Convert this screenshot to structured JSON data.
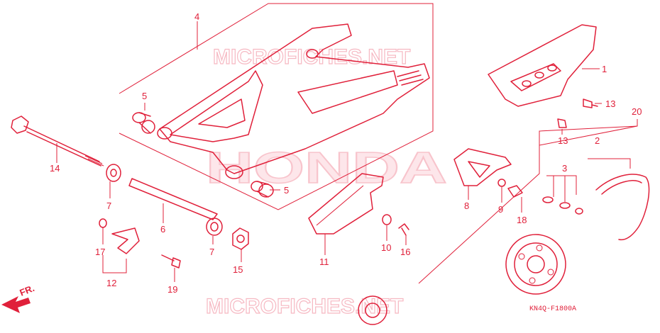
{
  "watermarks": {
    "top": "MICROFICHES.NET",
    "bottom": "MICROFICHES.NET",
    "center": "HONDA"
  },
  "diagram_code": "KN4Q-F1800A",
  "direction_label": "FR.",
  "callouts": {
    "c1": "1",
    "c2": "2",
    "c3": "3",
    "c4": "4",
    "c5a": "5",
    "c5b": "5",
    "c6": "6",
    "c7a": "7",
    "c7b": "7",
    "c8": "8",
    "c9": "9",
    "c10": "10",
    "c11": "11",
    "c12": "12",
    "c13a": "13",
    "c13b": "13",
    "c14": "14",
    "c15": "15",
    "c16": "16",
    "c17": "17",
    "c18": "18",
    "c19": "19",
    "c20": "20"
  }
}
